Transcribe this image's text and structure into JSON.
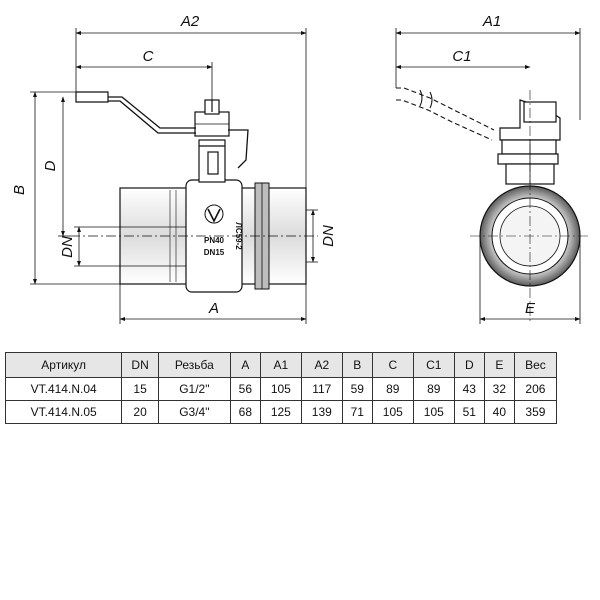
{
  "drawing": {
    "dimension_labels": {
      "A2": "A2",
      "A1": "A1",
      "C": "C",
      "C1": "C1",
      "D": "D",
      "B": "B",
      "DN_left": "DN",
      "DN_right": "DN",
      "A": "A",
      "E": "E"
    },
    "body_marking": {
      "pn": "PN40",
      "dn": "DN15",
      "standard": "ЛС59-2"
    }
  },
  "table": {
    "headers": [
      "Артикул",
      "DN",
      "Резьба",
      "A",
      "A1",
      "A2",
      "B",
      "C",
      "C1",
      "D",
      "E",
      "Вес"
    ],
    "rows": [
      [
        "VT.414.N.04",
        "15",
        "G1/2\"",
        "56",
        "105",
        "117",
        "59",
        "89",
        "89",
        "43",
        "32",
        "206"
      ],
      [
        "VT.414.N.05",
        "20",
        "G3/4\"",
        "68",
        "125",
        "139",
        "71",
        "105",
        "105",
        "51",
        "40",
        "359"
      ]
    ]
  }
}
